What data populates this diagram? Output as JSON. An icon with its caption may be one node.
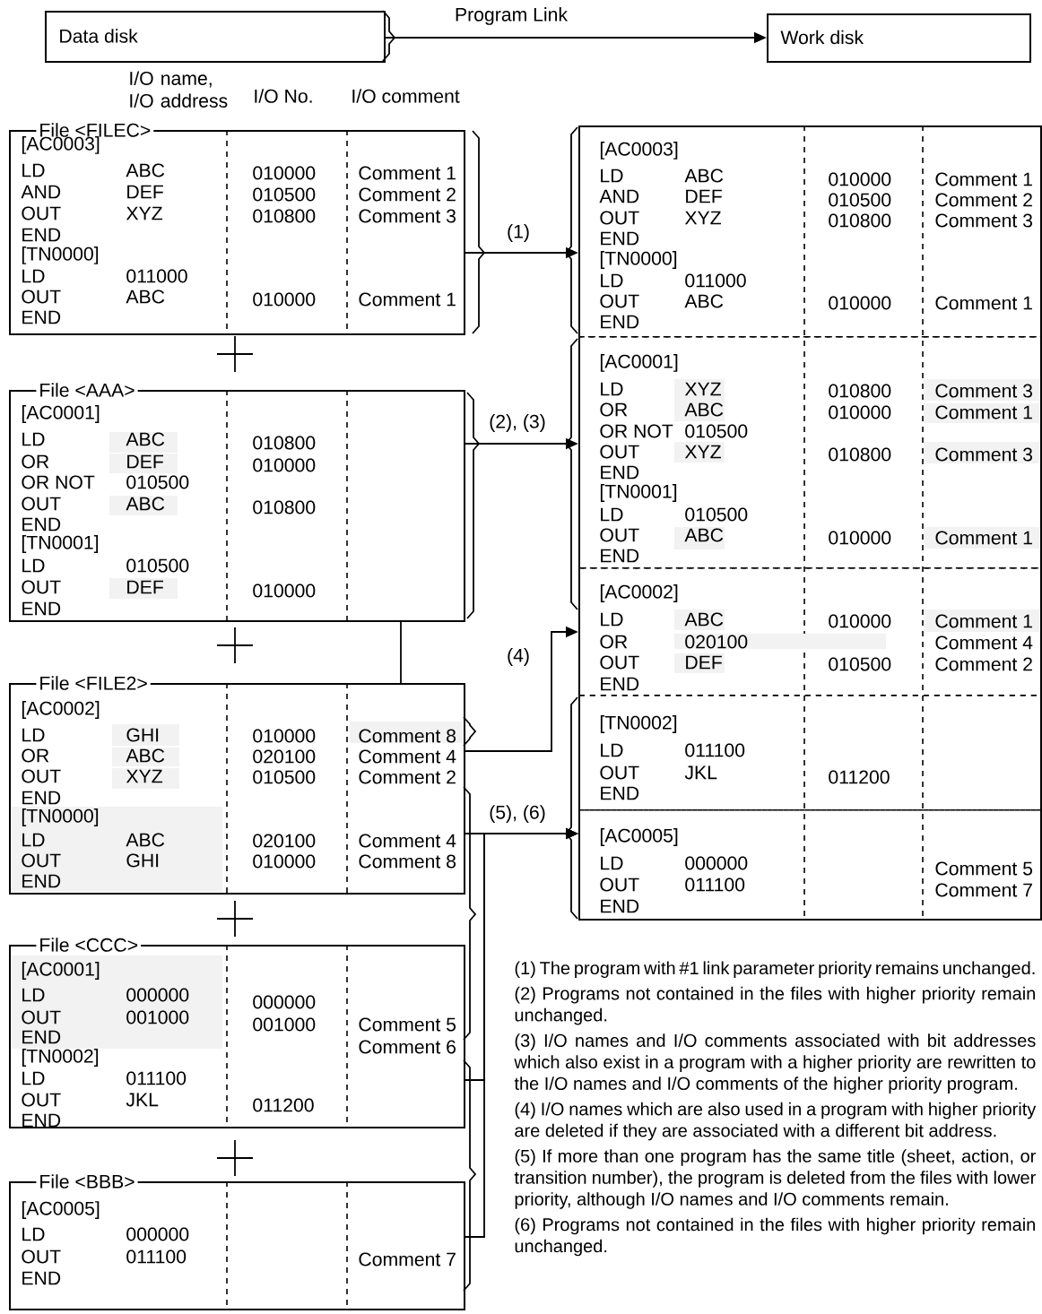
{
  "diagram": {
    "nodes": [
      {
        "text": [
          "Data disk"
        ]
      },
      {
        "text": [
          "Work disk"
        ]
      },
      {
        "text": [
          "File <FILEC>",
          "[AC0003]",
          "LD",
          "ABC",
          "010000",
          "Comment 1",
          "AND",
          "DEF",
          "010500",
          "Comment 2",
          "OUT",
          "XYZ",
          "010800",
          "Comment 3",
          "END",
          "[TN0000]",
          "LD",
          "011000",
          "OUT",
          "ABC",
          "010000",
          "Comment 1",
          "END"
        ]
      },
      {
        "text": [
          "File <AAA>",
          "[AC0001]",
          "LD",
          "ABC",
          "010800",
          "OR",
          "DEF",
          "010000",
          "OR NOT",
          "010500",
          "OUT",
          "ABC",
          "010800",
          "END",
          "[TN0001]",
          "LD",
          "010500",
          "OUT",
          "DEF",
          "010000",
          "END"
        ]
      },
      {
        "text": [
          "File <FILE2>",
          "[AC0002]",
          "LD",
          "GHI",
          "010000",
          "Comment 8",
          "OR",
          "ABC",
          "020100",
          "Comment 4",
          "OUT",
          "XYZ",
          "010500",
          "Comment 2",
          "END",
          "[TN0000]",
          "LD",
          "ABC",
          "020100",
          "Comment 4",
          "OUT",
          "GHI",
          "010000",
          "Comment 8",
          "END"
        ]
      },
      {
        "text": [
          "File <CCC>",
          "[AC0001]",
          "LD",
          "000000",
          "000000",
          "OUT",
          "001000",
          "001000",
          "Comment 5",
          "END",
          "Comment 6",
          "[TN0002]",
          "LD",
          "011100",
          "OUT",
          "JKL",
          "011200",
          "END"
        ]
      },
      {
        "text": [
          "File <BBB>",
          "[AC0005]",
          "LD",
          "000000",
          "OUT",
          "011100",
          "Comment 7",
          "END"
        ]
      },
      {
        "text": [],
        "shape": "box"
      },
      {
        "text": [
          "[AC0003]",
          "LD",
          "ABC",
          "010000",
          "Comment 1",
          "AND",
          "DEF",
          "010500",
          "Comment 2",
          "OUT",
          "XYZ",
          "010800",
          "Comment 3",
          "END",
          "[TN0000]",
          "LD",
          "011000",
          "OUT",
          "ABC",
          "010000",
          "Comment 1",
          "END"
        ],
        "in": 7
      },
      {
        "text": [
          "[AC0001]",
          "LD",
          "XYZ",
          "010800",
          "Comment 3",
          "OR",
          "ABC",
          "010000",
          "Comment 1",
          "OR NOT",
          "010500",
          "OUT",
          "XYZ",
          "010800",
          "Comment 3",
          "END",
          "[TN0001]",
          "LD",
          "010500",
          "OUT",
          "ABC",
          "010000",
          "Comment 1",
          "END"
        ],
        "in": 7
      },
      {
        "text": [
          "[AC0002]",
          "LD",
          "ABC",
          "010000",
          "Comment 1",
          "OR",
          "020100",
          "Comment 4",
          "OUT",
          "DEF",
          "010500",
          "Comment 2",
          "END"
        ],
        "in": 7
      },
      {
        "text": [
          "[TN0002]",
          "LD",
          "011100",
          "OUT",
          "JKL",
          "011200",
          "END"
        ],
        "in": 7
      },
      {
        "text": [
          "[AC0005]",
          "LD",
          "000000",
          "Comment 5",
          "OUT",
          "011100",
          "Comment 7",
          "END"
        ],
        "in": 7
      }
    ],
    "edges": [
      {
        "from": 0,
        "to": 1,
        "arrow": "to",
        "label": "Program Link"
      },
      {
        "from": 2,
        "to": 8,
        "arrow": "to",
        "label": "(1)"
      },
      {
        "from": 3,
        "to": 9,
        "arrow": "to",
        "label": "(2), (3)"
      },
      {
        "from": 3,
        "to": 4,
        "arrow": "none"
      },
      {
        "from": 4,
        "to": 10,
        "arrow": "to",
        "label": "(4)"
      },
      {
        "from": 4,
        "to": 12,
        "arrow": "to",
        "label": "(5), (6)"
      },
      {
        "from": 5,
        "to": 12,
        "arrow": "to"
      },
      {
        "from": 6,
        "to": 12,
        "arrow": "to"
      }
    ],
    "labels": [
      "I/O name, I/O address",
      "I/O No.",
      "I/O comment",
      "(1) The program with #1 link parameter priority remains unchanged.",
      "(2) Programs not contained in the files with higher priority remain unchanged.",
      "(3) I/O names and I/O comments associated with bit addresses which also exist in a program with a higher priority are rewritten to the I/O names and I/O comments of the higher priority program.",
      "(4) I/O names which are also used in a program with higher priority are deleted if they are associated with a different bit address.",
      "(5) If more than one program has the same title (sheet, action, or transition number), the program is deleted from the files with lower priority, although I/O names and I/O comments remain.",
      "(6) Programs not contained in the files with higher priority remain unchanged."
    ]
  }
}
